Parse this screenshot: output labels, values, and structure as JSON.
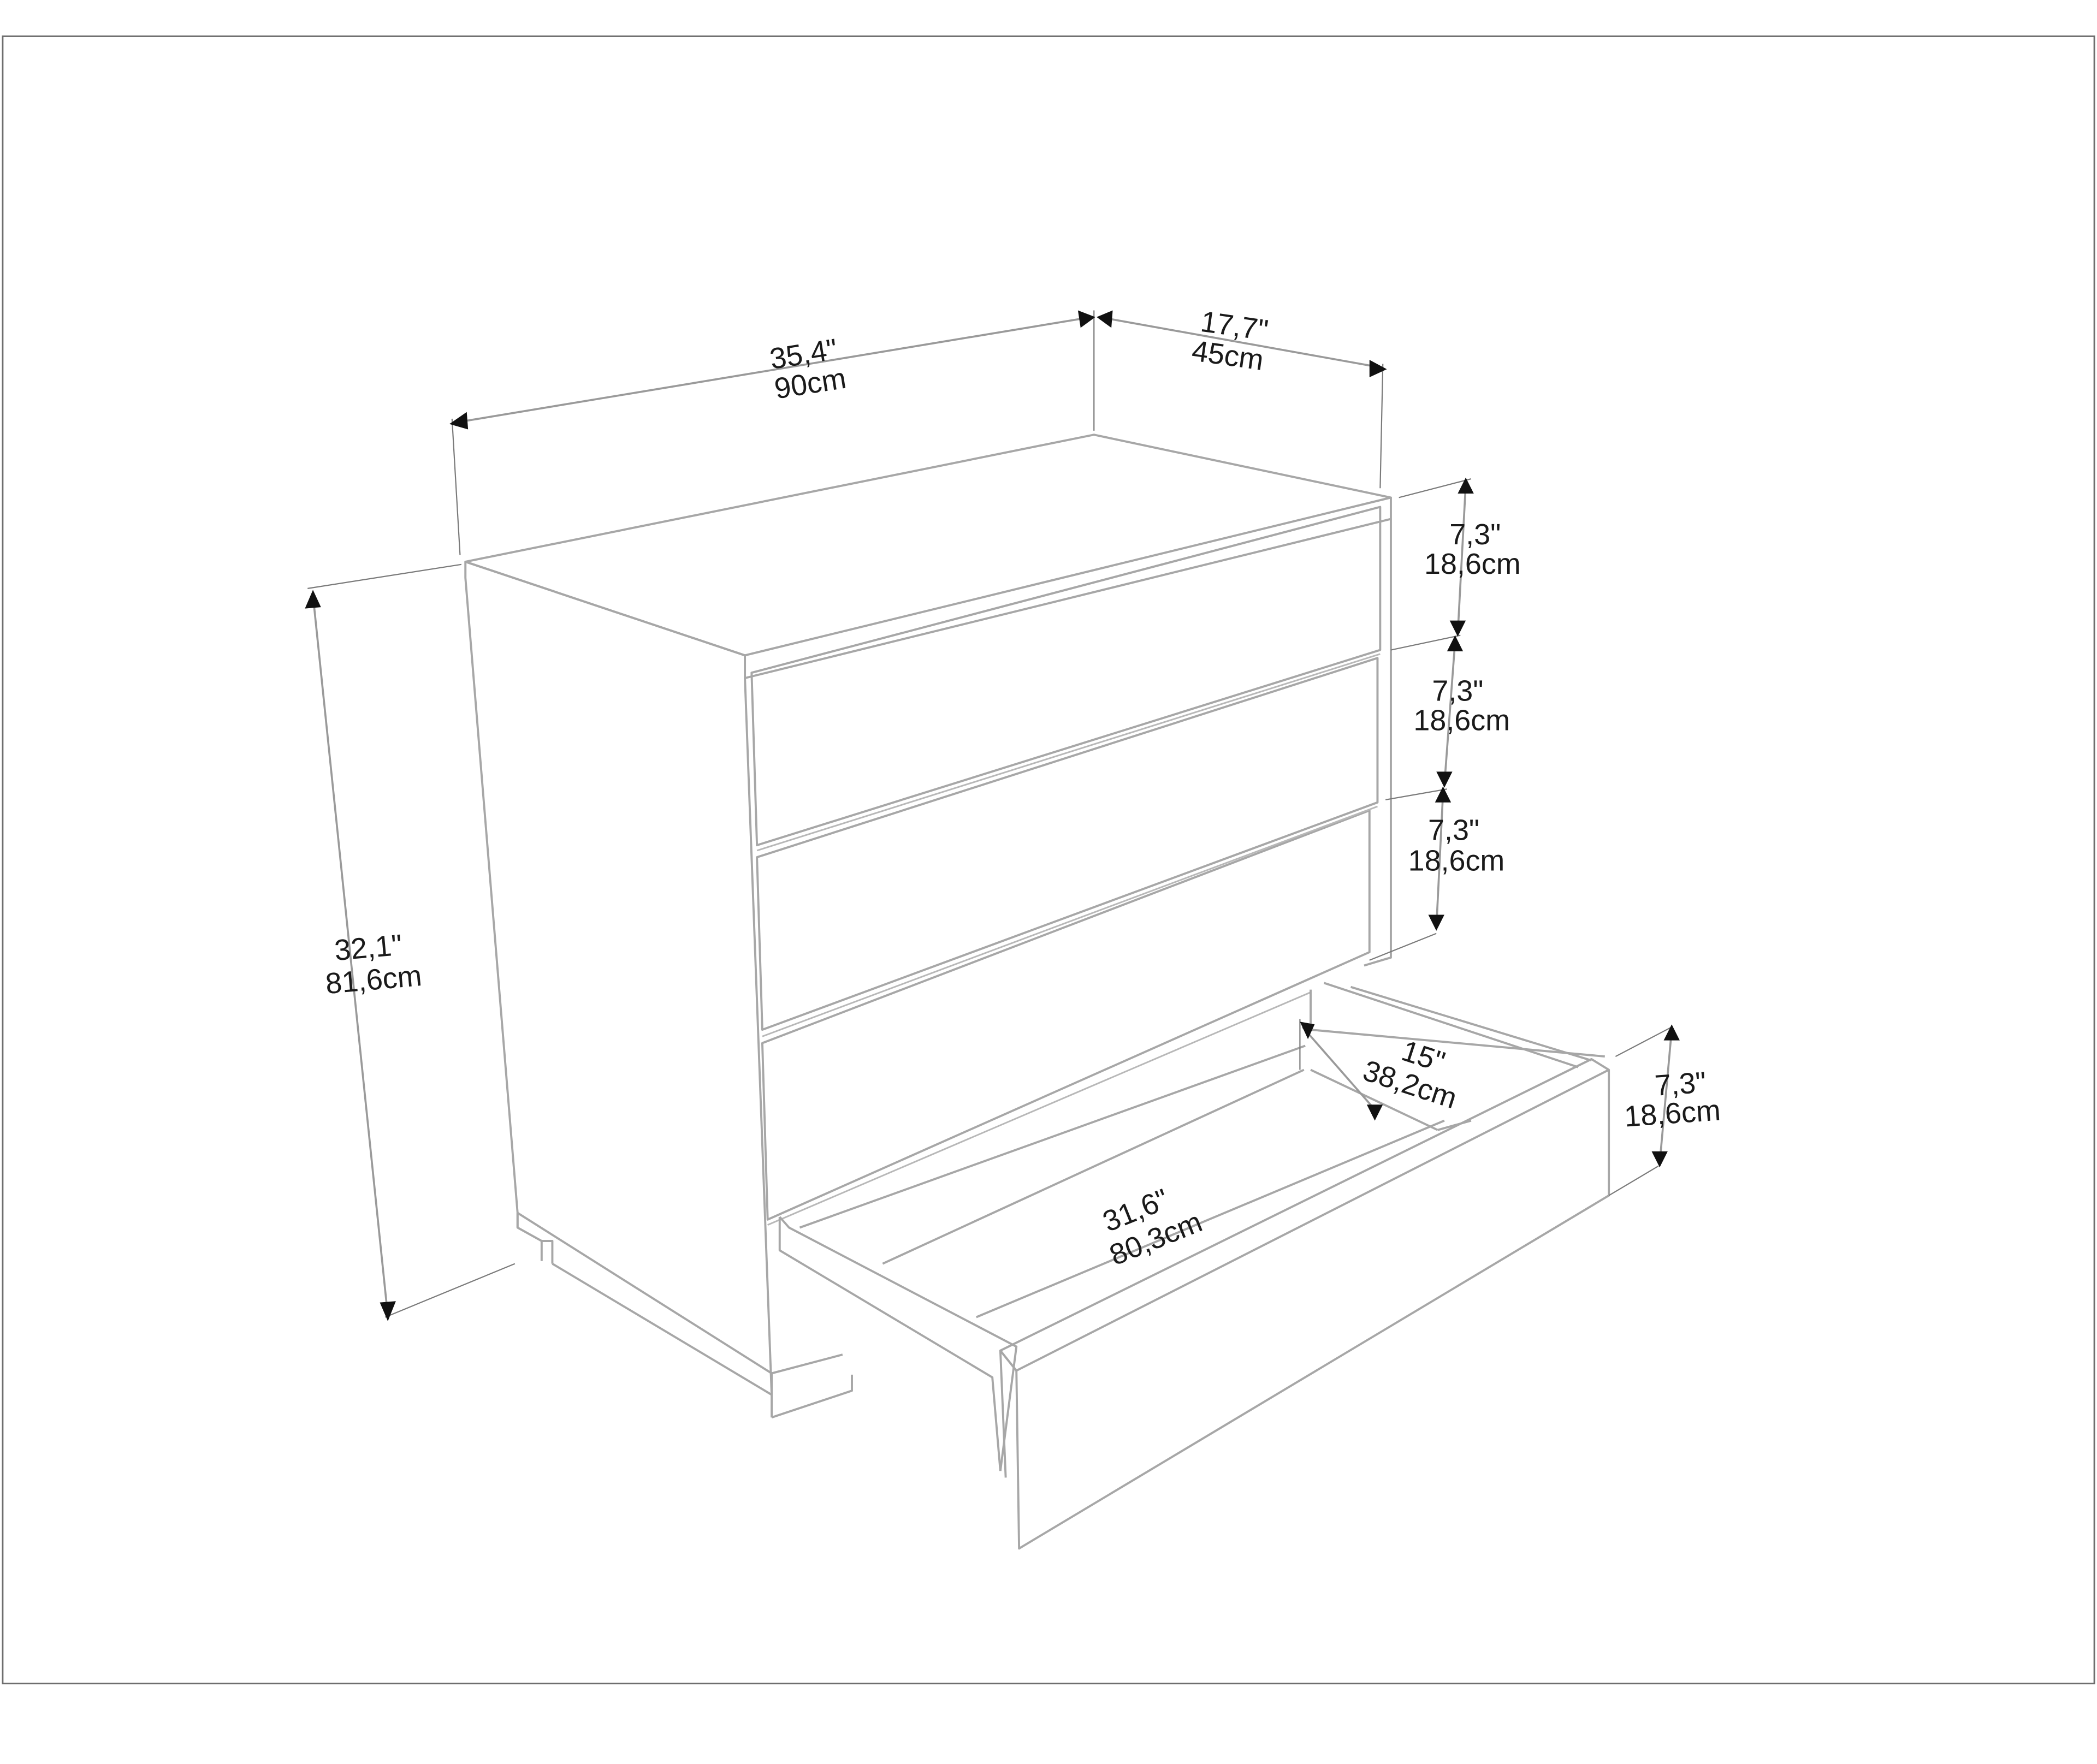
{
  "diagram": {
    "type": "furniture-dimension-drawing",
    "subject": "4-drawer chest (dresser), isometric line drawing with bottom drawer pulled open",
    "colors": {
      "background": "#ffffff",
      "frame": "#6e6e6e",
      "lines": "#a7a7a7",
      "text": "#1a1a1a",
      "arrows": "#111111"
    },
    "dimensions": {
      "width": {
        "inch": "35,4\"",
        "cm": "90cm"
      },
      "depth": {
        "inch": "17,7\"",
        "cm": "45cm"
      },
      "height": {
        "inch": "32,1\"",
        "cm": "81,6cm"
      },
      "drawer_fronts": [
        {
          "inch": "7,3\"",
          "cm": "18,6cm"
        },
        {
          "inch": "7,3\"",
          "cm": "18,6cm"
        },
        {
          "inch": "7,3\"",
          "cm": "18,6cm"
        }
      ],
      "open_drawer_height": {
        "inch": "7,3\"",
        "cm": "18,6cm"
      },
      "drawer_inner_depth": {
        "inch": "15\"",
        "cm": "38,2cm"
      },
      "drawer_inner_width": {
        "inch": "31,6\"",
        "cm": "80,3cm"
      }
    }
  }
}
